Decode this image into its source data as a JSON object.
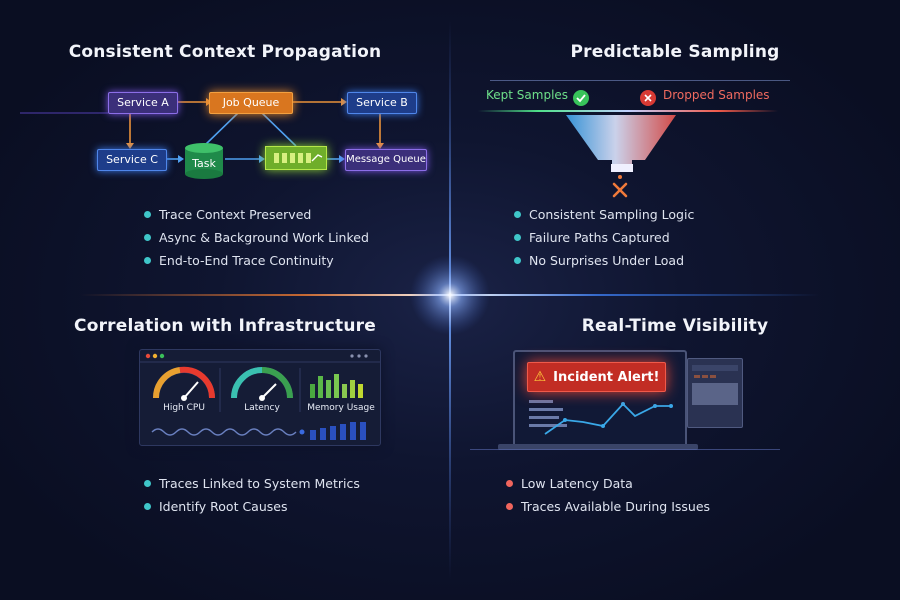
{
  "quadrants": {
    "context": {
      "title": "Consistent Context Propagation",
      "nodes": {
        "service_a": "Service A",
        "job_queue": "Job Queue",
        "service_b": "Service B",
        "service_c": "Service C",
        "task": "Task",
        "message_queue": "Message Queue"
      },
      "bullets": [
        "Trace Context Preserved",
        "Async & Background Work Linked",
        "End-to-End Trace Continuity"
      ]
    },
    "sampling": {
      "title": "Predictable Sampling",
      "kept_label": "Kept Samples",
      "dropped_label": "Dropped Samples",
      "bullets": [
        "Consistent Sampling Logic",
        "Failure Paths Captured",
        "No Surprises Under Load"
      ]
    },
    "infrastructure": {
      "title": "Correlation with Infrastructure",
      "gauges": [
        "High CPU",
        "Latency",
        "Memory Usage"
      ],
      "bullets": [
        "Traces Linked to System Metrics",
        "Identify Root Causes"
      ]
    },
    "visibility": {
      "title": "Real-Time Visibility",
      "alert_label": "Incident Alert!",
      "bullets": [
        "Low Latency Data",
        "Traces Available During Issues"
      ]
    }
  },
  "colors": {
    "background": "#0b1024",
    "teal_bullet": "#3fc6c9",
    "red_bullet": "#f0655d",
    "kept_green": "#6ee08a",
    "dropped_red": "#f06a5f",
    "alert_red": "#c22d24"
  }
}
